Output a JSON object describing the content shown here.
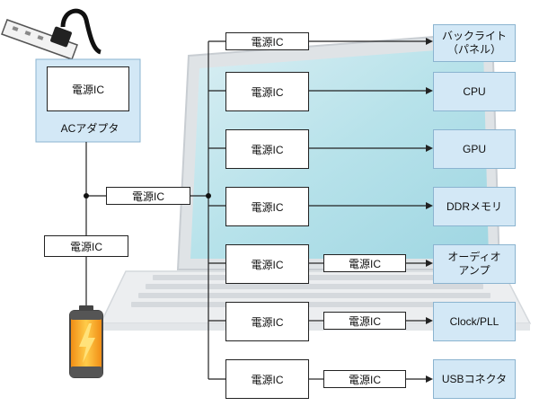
{
  "adapter": {
    "ic_label": "電源IC",
    "name": "ACアダプタ"
  },
  "mid_ic_label": "電源IC",
  "battery_ic_label": "電源IC",
  "rows": [
    {
      "ic": "電源IC",
      "dest": "バックライト\n（パネル）"
    },
    {
      "ic": "電源IC",
      "dest": "CPU"
    },
    {
      "ic": "電源IC",
      "dest": "GPU"
    },
    {
      "ic": "電源IC",
      "dest": "DDRメモリ"
    },
    {
      "ic": "電源IC",
      "ic2": "電源IC",
      "dest": "オーディオ\nアンプ"
    },
    {
      "ic": "電源IC",
      "ic2": "電源IC",
      "dest": "Clock/PLL"
    },
    {
      "ic": "電源IC",
      "ic2": "電源IC",
      "dest": "USBコネクタ"
    }
  ],
  "colors": {
    "adapter_fill": "#d3e8f6",
    "dest_fill": "#d3e8f6",
    "screen_teal": "#bfe4ec",
    "battery_orange": "#f5a71f"
  }
}
